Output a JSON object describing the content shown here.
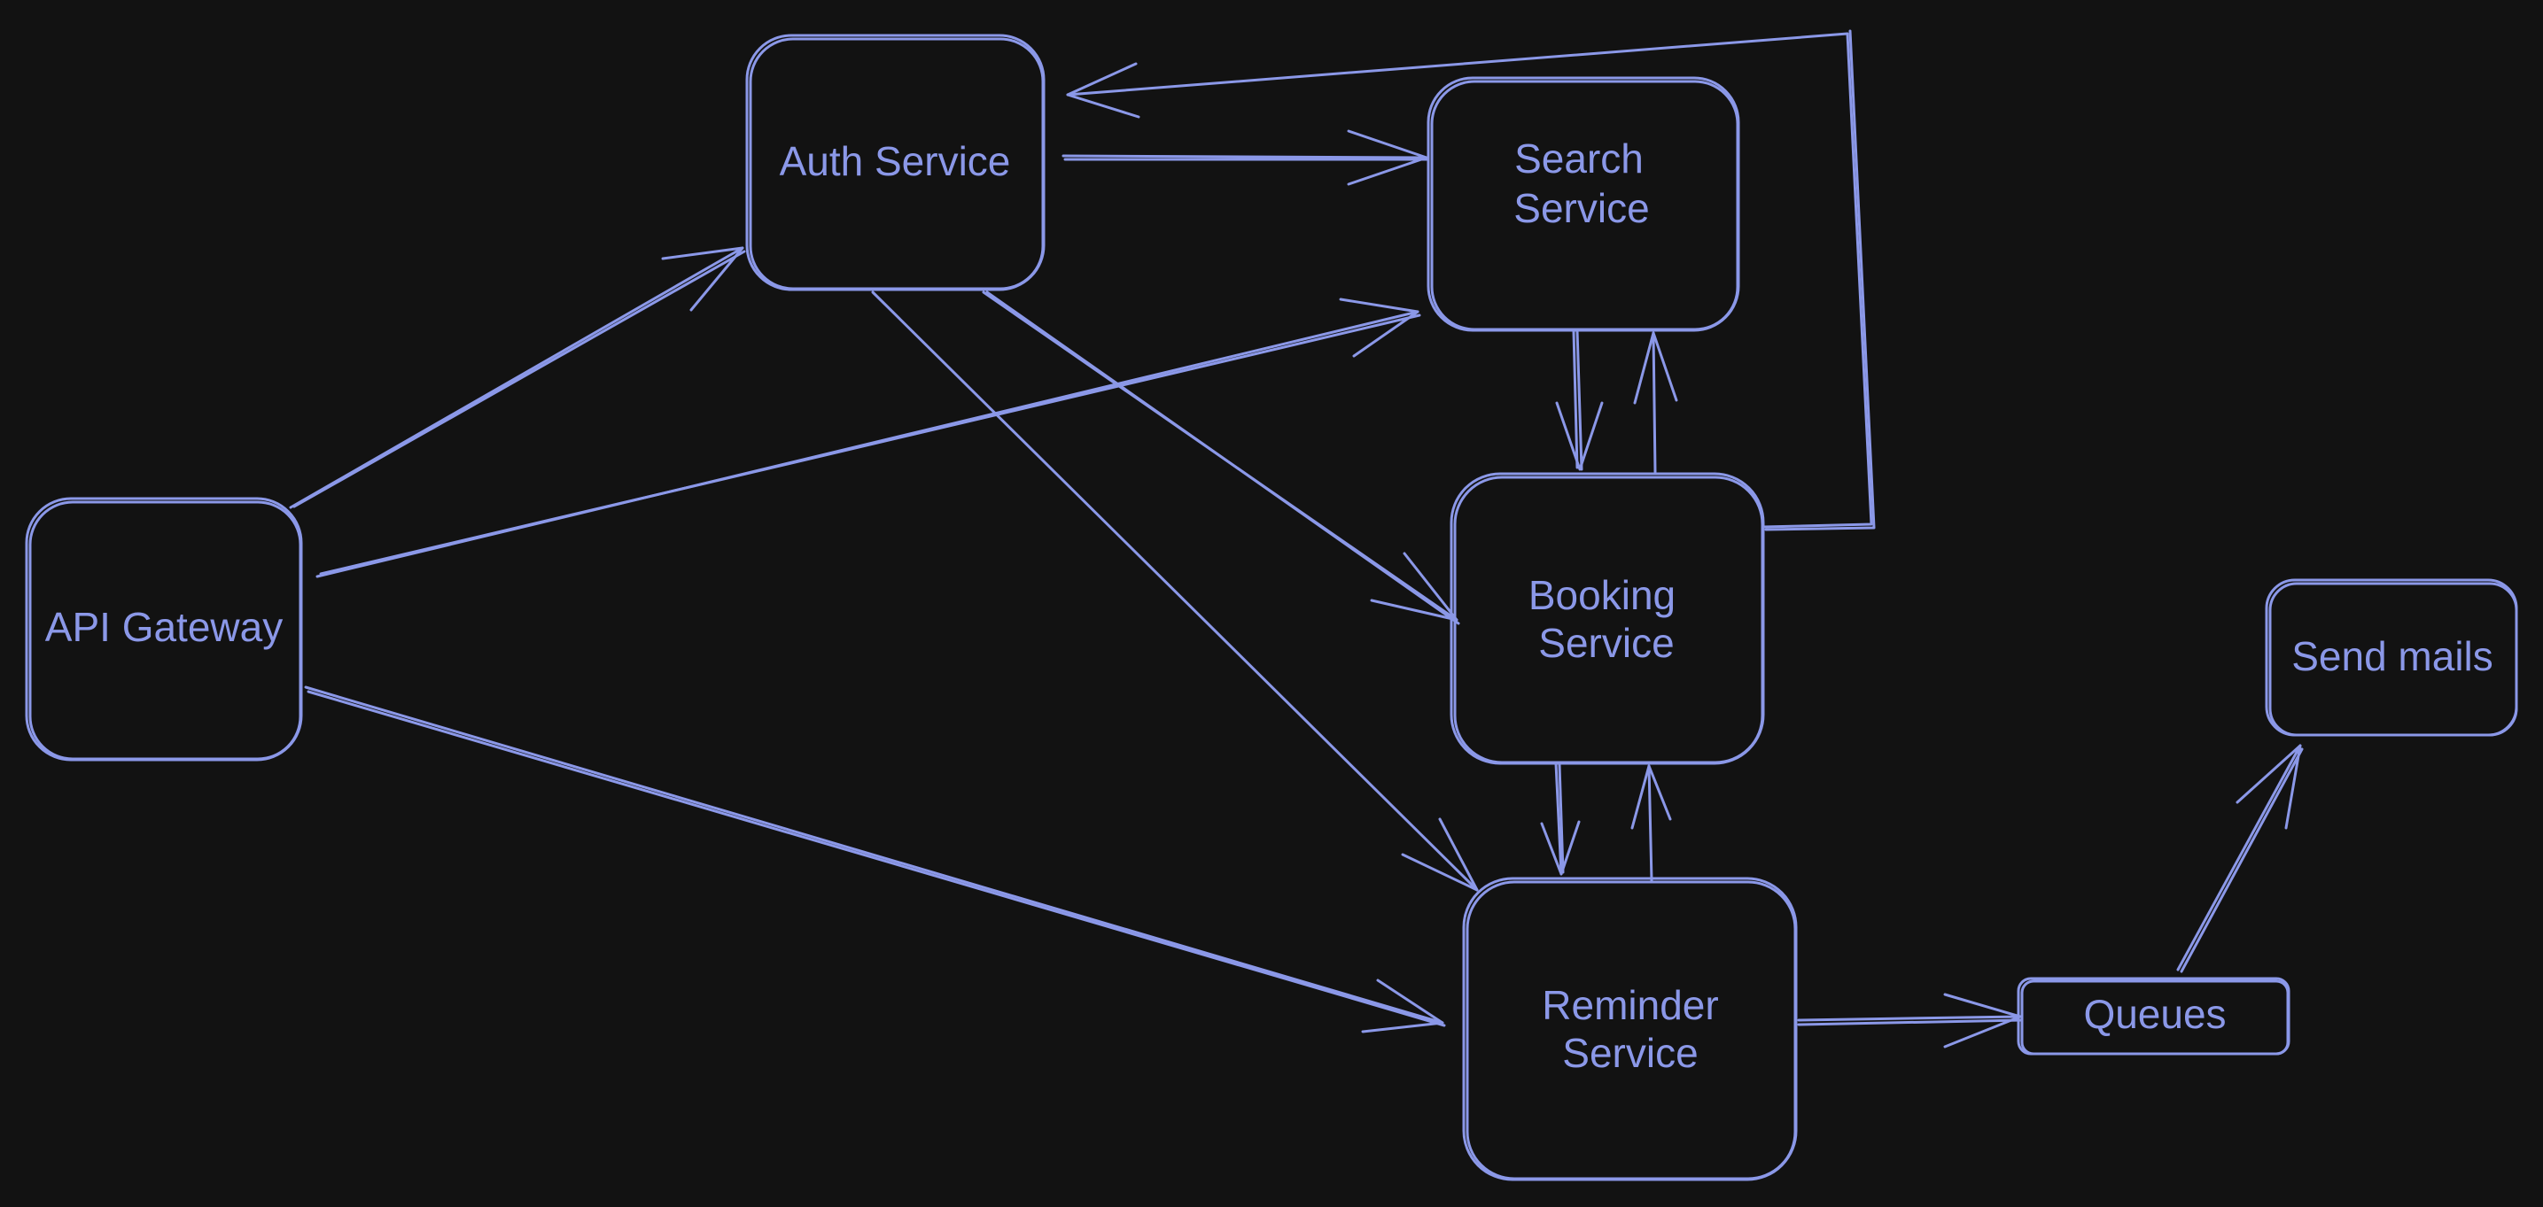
{
  "diagram": {
    "stroke_color": "#8b98e8",
    "background_color": "#121212",
    "nodes": {
      "api_gateway": {
        "lines": [
          "API Gateway"
        ]
      },
      "auth_service": {
        "lines": [
          "Auth Service"
        ]
      },
      "search_service": {
        "lines": [
          "Search",
          "Service"
        ]
      },
      "booking_service": {
        "lines": [
          "Booking",
          "Service"
        ]
      },
      "reminder_service": {
        "lines": [
          "Reminder",
          "Service"
        ]
      },
      "queues": {
        "lines": [
          "Queues"
        ]
      },
      "send_mails": {
        "lines": [
          "Send mails"
        ]
      }
    },
    "edges": [
      {
        "from": "api_gateway",
        "to": "auth_service"
      },
      {
        "from": "api_gateway",
        "to": "search_service"
      },
      {
        "from": "api_gateway",
        "to": "reminder_service"
      },
      {
        "from": "auth_service",
        "to": "search_service"
      },
      {
        "from": "auth_service",
        "to": "booking_service"
      },
      {
        "from": "auth_service",
        "to": "reminder_service"
      },
      {
        "from": "search_service",
        "to": "booking_service"
      },
      {
        "from": "booking_service",
        "to": "search_service"
      },
      {
        "from": "booking_service",
        "to": "auth_service"
      },
      {
        "from": "booking_service",
        "to": "reminder_service"
      },
      {
        "from": "reminder_service",
        "to": "booking_service"
      },
      {
        "from": "reminder_service",
        "to": "queues"
      },
      {
        "from": "queues",
        "to": "send_mails"
      }
    ]
  }
}
